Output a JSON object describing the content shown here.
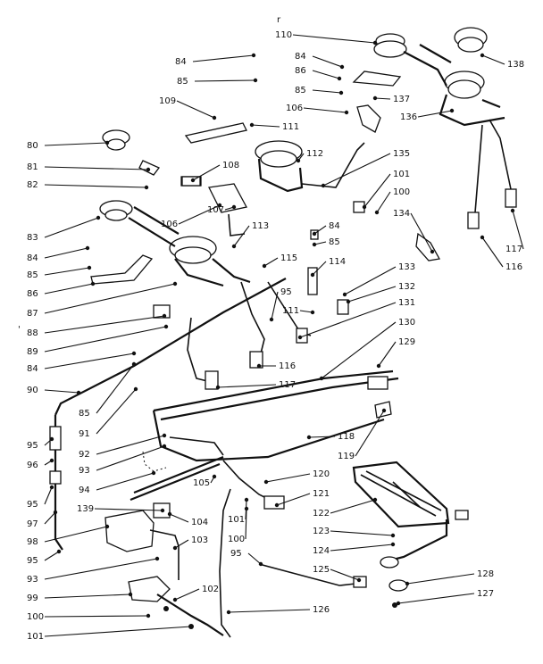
{
  "diagram": {
    "top_mark": "r",
    "side_mark": "'",
    "labels": [
      "110",
      "84",
      "86",
      "85",
      "138",
      "137",
      "106",
      "136",
      "84",
      "85",
      "109",
      "111",
      "80",
      "81",
      "82",
      "83",
      "84",
      "85",
      "86",
      "87",
      "88",
      "89",
      "84",
      "90",
      "85",
      "91",
      "92",
      "93",
      "94",
      "95",
      "96",
      "95",
      "97",
      "98",
      "95",
      "93",
      "99",
      "100",
      "101",
      "108",
      "107",
      "106",
      "113",
      "112",
      "135",
      "101",
      "100",
      "134",
      "117",
      "116",
      "84",
      "85",
      "114",
      "133",
      "132",
      "115",
      "95",
      "111",
      "131",
      "130",
      "129",
      "116",
      "117",
      "118",
      "119",
      "120",
      "121",
      "122",
      "123",
      "124",
      "125",
      "128",
      "127",
      "105",
      "139",
      "104",
      "103",
      "101",
      "100",
      "95",
      "102",
      "126"
    ]
  }
}
